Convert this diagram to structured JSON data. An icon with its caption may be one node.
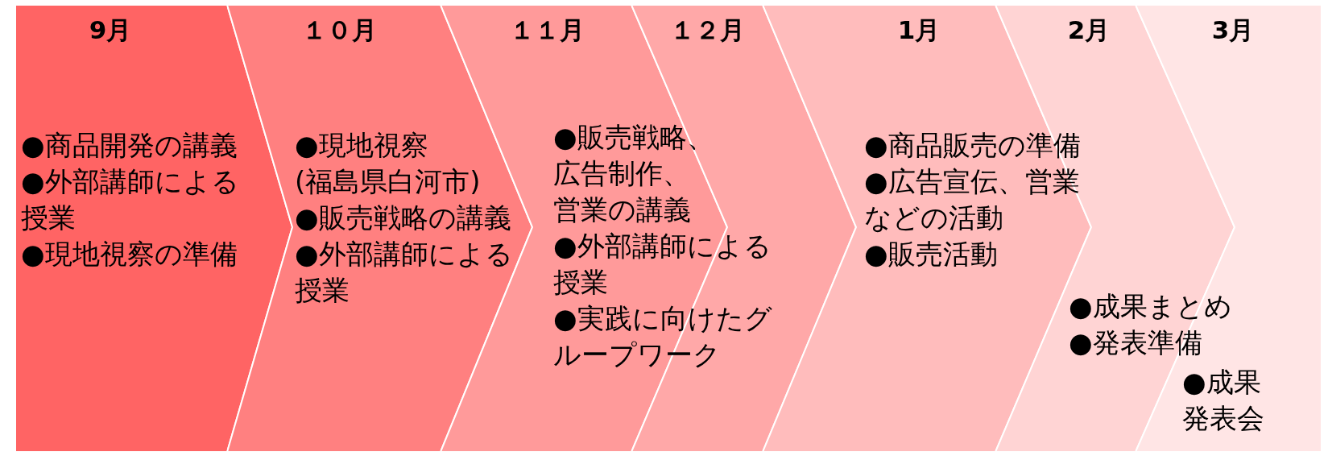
{
  "diagram": {
    "nodes": [
      {
        "text": [
          "9月",
          "●商品開発の講義",
          "●外部講師による授業",
          "●現地視察の準備"
        ]
      },
      {
        "text": [
          "１０月",
          "●現地視察(福島県白河市)",
          "●販売戦略の講義",
          "●外部講師による授業"
        ]
      },
      {
        "text": [
          "１１月",
          "●販売戦略、広告制作、営業の講義",
          "●外部講師による授業",
          "●実践に向けたグループワーク"
        ]
      },
      {
        "text": [
          "１２月"
        ]
      },
      {
        "text": [
          "1月",
          "●商品販売の準備",
          "●広告宣伝、営業などの活動",
          "●販売活動"
        ]
      },
      {
        "text": [
          "2月",
          "●成果まとめ",
          "●発表準備"
        ]
      },
      {
        "text": [
          "3月",
          "●成果発表会"
        ]
      }
    ]
  }
}
